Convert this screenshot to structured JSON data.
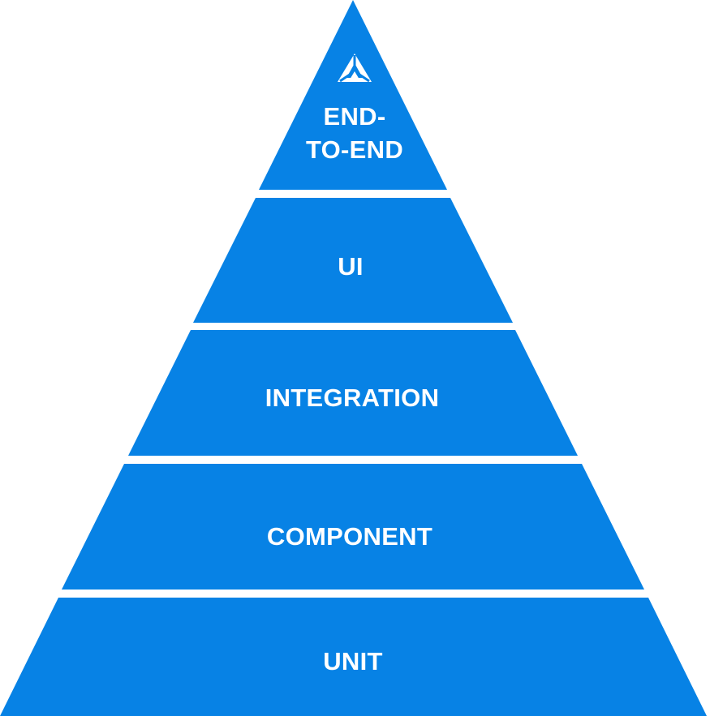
{
  "diagram": {
    "fill_color": "#0782E5",
    "gap_color": "#FFFFFF",
    "tiers": [
      {
        "id": "end-to-end",
        "label_lines": [
          "END-",
          "TO-END"
        ]
      },
      {
        "id": "ui",
        "label_lines": [
          "UI"
        ]
      },
      {
        "id": "integration",
        "label_lines": [
          "INTEGRATION"
        ]
      },
      {
        "id": "component",
        "label_lines": [
          "COMPONENT"
        ]
      },
      {
        "id": "unit",
        "label_lines": [
          "UNIT"
        ]
      }
    ],
    "top_icon": "logo-icon"
  }
}
